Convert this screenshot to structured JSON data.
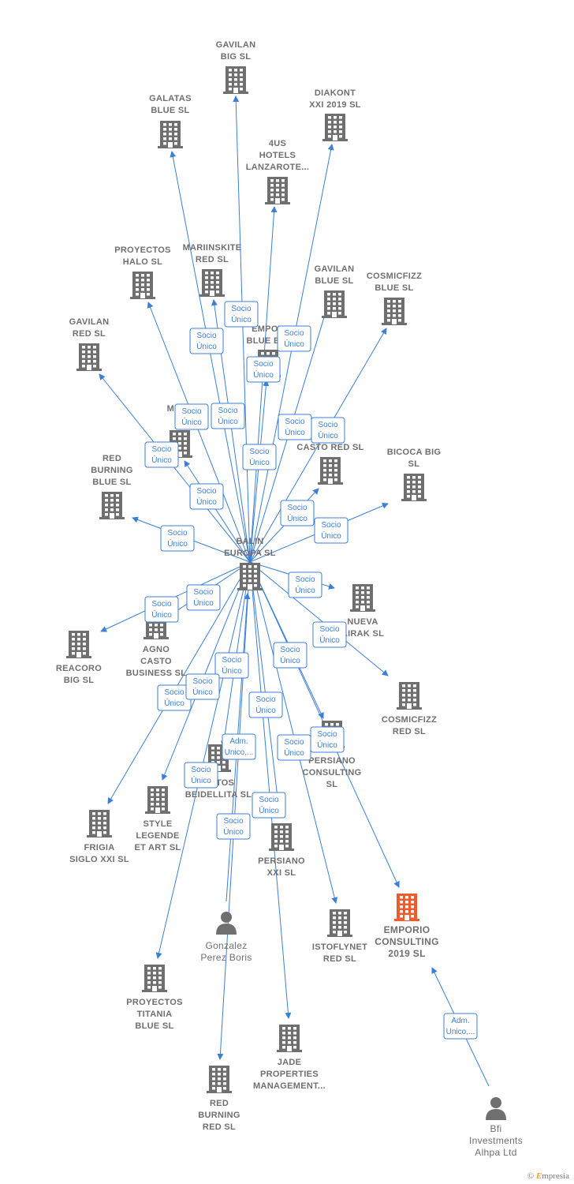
{
  "colors": {
    "edge": "#3b7fd6",
    "building": "#6f6f6f",
    "focus": "#f15a2b",
    "person": "#6f6f6f"
  },
  "brand": {
    "copyright": "©",
    "initial": "E",
    "rest": "mpresia"
  },
  "nodes": [
    {
      "id": "gavilan_big",
      "lines": [
        "GAVILAN",
        "BIG  SL"
      ],
      "type": "company"
    },
    {
      "id": "galatas",
      "lines": [
        "GALATAS",
        "BLUE  SL"
      ],
      "type": "company"
    },
    {
      "id": "diakont",
      "lines": [
        "DIAKONT",
        "XXI 2019  SL"
      ],
      "type": "company"
    },
    {
      "id": "4us",
      "lines": [
        "4US",
        "HOTELS",
        "LANZAROTE..."
      ],
      "type": "company"
    },
    {
      "id": "proyectos_halo",
      "lines": [
        "PROYECTOS",
        "HALO  SL"
      ],
      "type": "company"
    },
    {
      "id": "mariinskite",
      "lines": [
        "MARIINSKITE",
        "RED  SL"
      ],
      "type": "company"
    },
    {
      "id": "gavilan_blue",
      "lines": [
        "GAVILAN",
        "BLUE  SL"
      ],
      "type": "company"
    },
    {
      "id": "cosmicfizz_blue",
      "lines": [
        "COSMICFIZZ",
        "BLUE  SL"
      ],
      "type": "company"
    },
    {
      "id": "gavilan_red",
      "lines": [
        "GAVILAN",
        "RED  SL"
      ],
      "type": "company"
    },
    {
      "id": "emporio_blue",
      "lines": [
        "EMPOR",
        "BLUE BIG"
      ],
      "type": "company"
    },
    {
      "id": "mariinskite2",
      "lines": [
        "MARII"
      ],
      "type": "company"
    },
    {
      "id": "casto_red",
      "lines": [
        "CASTO RED  SL"
      ],
      "type": "company"
    },
    {
      "id": "bicoca",
      "lines": [
        "BICOCA BIG",
        "SL"
      ],
      "type": "company"
    },
    {
      "id": "red_burning_blue",
      "lines": [
        "RED",
        "BURNING",
        "BLUE  SL"
      ],
      "type": "company"
    },
    {
      "id": "balin",
      "lines": [
        "BALIN",
        "EUROPA  SL"
      ],
      "type": "main"
    },
    {
      "id": "nueva_airak",
      "lines": [
        "NUEVA",
        "AIRAK  SL"
      ],
      "type": "company"
    },
    {
      "id": "reacoro",
      "lines": [
        "REACORO",
        "BIG  SL"
      ],
      "type": "company"
    },
    {
      "id": "agno",
      "lines": [
        "AGNO",
        "CASTO",
        "BUSINESS  SL"
      ],
      "type": "company"
    },
    {
      "id": "cosmicfizz_red",
      "lines": [
        "COSMICFIZZ",
        "RED  SL"
      ],
      "type": "company"
    },
    {
      "id": "persiano_consulting",
      "lines": [
        "PERSIANO",
        "CONSULTING",
        "SL"
      ],
      "type": "company"
    },
    {
      "id": "beidellita",
      "lines": [
        "OCTOS",
        "BEIDELLITA  SL"
      ],
      "type": "company"
    },
    {
      "id": "frigia",
      "lines": [
        "FRIGIA",
        "SIGLO XXI  SL"
      ],
      "type": "company"
    },
    {
      "id": "style_legende",
      "lines": [
        "STYLE",
        "LEGENDE",
        "ET ART  SL"
      ],
      "type": "company"
    },
    {
      "id": "persiano_xxi",
      "lines": [
        "PERSIANO",
        "XXI  SL"
      ],
      "type": "company"
    },
    {
      "id": "gonzalez",
      "lines": [
        "Gonzalez",
        "Perez Boris"
      ],
      "type": "person"
    },
    {
      "id": "istoflynet",
      "lines": [
        "ISTOFLYNET",
        "RED  SL"
      ],
      "type": "company"
    },
    {
      "id": "emporio_consulting",
      "lines": [
        "EMPORIO",
        "CONSULTING",
        "2019  SL"
      ],
      "type": "focus"
    },
    {
      "id": "proyectos_titania",
      "lines": [
        "PROYECTOS",
        "TITANIA",
        "BLUE  SL"
      ],
      "type": "company"
    },
    {
      "id": "jade",
      "lines": [
        "JADE",
        "PROPERTIES",
        "MANAGEMENT..."
      ],
      "type": "company"
    },
    {
      "id": "red_burning_red",
      "lines": [
        "RED",
        "BURNING",
        "RED  SL"
      ],
      "type": "company"
    },
    {
      "id": "bfi",
      "lines": [
        "Bfi",
        "Investments",
        "Alhpa Ltd"
      ],
      "type": "person"
    }
  ],
  "edges": [
    {
      "from": "balin",
      "to": "gavilan_big",
      "label": [
        "Socio",
        "Único"
      ]
    },
    {
      "from": "balin",
      "to": "galatas",
      "label": [
        "Socio",
        "Único"
      ]
    },
    {
      "from": "balin",
      "to": "diakont",
      "label": [
        "Socio",
        "Único"
      ]
    },
    {
      "from": "balin",
      "to": "4us",
      "label": [
        "Socio",
        "Único"
      ]
    },
    {
      "from": "balin",
      "to": "proyectos_halo",
      "label": [
        "Socio",
        "Único"
      ]
    },
    {
      "from": "balin",
      "to": "mariinskite",
      "label": [
        "Socio",
        "Único"
      ]
    },
    {
      "from": "balin",
      "to": "gavilan_blue",
      "label": [
        "Socio",
        "Único"
      ]
    },
    {
      "from": "balin",
      "to": "cosmicfizz_blue",
      "label": [
        "Socio",
        "Único"
      ]
    },
    {
      "from": "balin",
      "to": "gavilan_red",
      "label": [
        "Socio",
        "Único"
      ]
    },
    {
      "from": "balin",
      "to": "emporio_blue",
      "label": [
        "Socio",
        "Único"
      ]
    },
    {
      "from": "balin",
      "to": "mariinskite2",
      "label": [
        "Socio",
        "Único"
      ]
    },
    {
      "from": "balin",
      "to": "casto_red",
      "label": [
        "Socio",
        "Único"
      ]
    },
    {
      "from": "balin",
      "to": "bicoca",
      "label": [
        "Socio",
        "Único"
      ]
    },
    {
      "from": "balin",
      "to": "red_burning_blue",
      "label": [
        "Socio",
        "Único"
      ]
    },
    {
      "from": "balin",
      "to": "nueva_airak",
      "label": [
        "Socio",
        "Único"
      ]
    },
    {
      "from": "balin",
      "to": "reacoro",
      "label": [
        "Socio",
        "Único"
      ]
    },
    {
      "from": "balin",
      "to": "agno",
      "label": [
        "Socio",
        "Único"
      ]
    },
    {
      "from": "balin",
      "to": "cosmicfizz_red",
      "label": [
        "Socio",
        "Único"
      ]
    },
    {
      "from": "balin",
      "to": "persiano_consulting",
      "label": [
        "Socio",
        "Único"
      ]
    },
    {
      "from": "balin",
      "to": "beidellita",
      "label": [
        "Socio",
        "Único"
      ]
    },
    {
      "from": "balin",
      "to": "frigia",
      "label": [
        "Socio",
        "Único"
      ]
    },
    {
      "from": "balin",
      "to": "style_legende",
      "label": [
        "Socio",
        "Único"
      ]
    },
    {
      "from": "balin",
      "to": "persiano_xxi",
      "label": [
        "Socio",
        "Único"
      ]
    },
    {
      "from": "balin",
      "to": "istoflynet",
      "label": [
        "Socio",
        "Único"
      ]
    },
    {
      "from": "balin",
      "to": "emporio_consulting",
      "label": [
        "Socio",
        "Único"
      ]
    },
    {
      "from": "balin",
      "to": "proyectos_titania",
      "label": [
        "Socio",
        "Único"
      ]
    },
    {
      "from": "balin",
      "to": "jade",
      "label": [
        "Socio",
        "Único"
      ]
    },
    {
      "from": "balin",
      "to": "red_burning_red",
      "label": [
        "Socio",
        "Único"
      ]
    },
    {
      "from": "gonzalez",
      "to": "balin",
      "label": [
        "Adm.",
        "Unico,..."
      ]
    },
    {
      "from": "bfi",
      "to": "emporio_consulting",
      "label": [
        "Adm.",
        "Unico,..."
      ]
    }
  ]
}
